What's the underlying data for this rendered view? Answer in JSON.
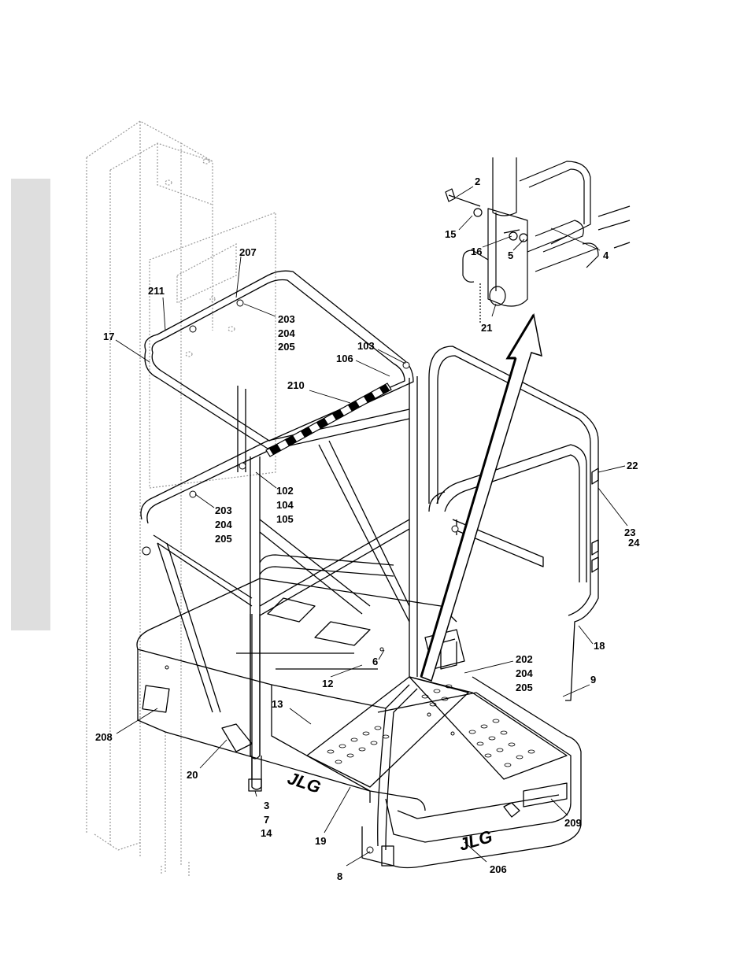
{
  "diagram": {
    "callouts": [
      "2",
      "15",
      "16",
      "5",
      "4",
      "21",
      "207",
      "211",
      "203",
      "204",
      "205",
      "17",
      "103",
      "106",
      "210",
      "102",
      "104",
      "105",
      "203",
      "204",
      "205",
      "22",
      "23",
      "24",
      "18",
      "6",
      "202",
      "204",
      "205",
      "9",
      "12",
      "13",
      "208",
      "20",
      "3",
      "7",
      "14",
      "19",
      "8",
      "206",
      "209"
    ],
    "logos": [
      "JLG",
      "JLG"
    ]
  },
  "colors": {
    "line": "#000000",
    "ghost": "#9a9a9a",
    "tab": "#dedede"
  }
}
